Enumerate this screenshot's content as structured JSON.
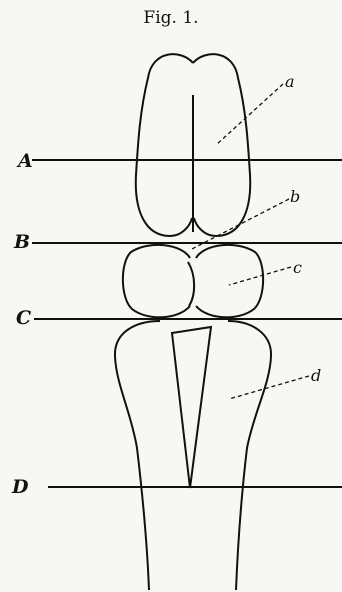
{
  "caption": "Fig. 1.",
  "section_lines": [
    "A",
    "B",
    "C",
    "D"
  ],
  "part_labels": [
    "a",
    "b",
    "c",
    "d"
  ]
}
